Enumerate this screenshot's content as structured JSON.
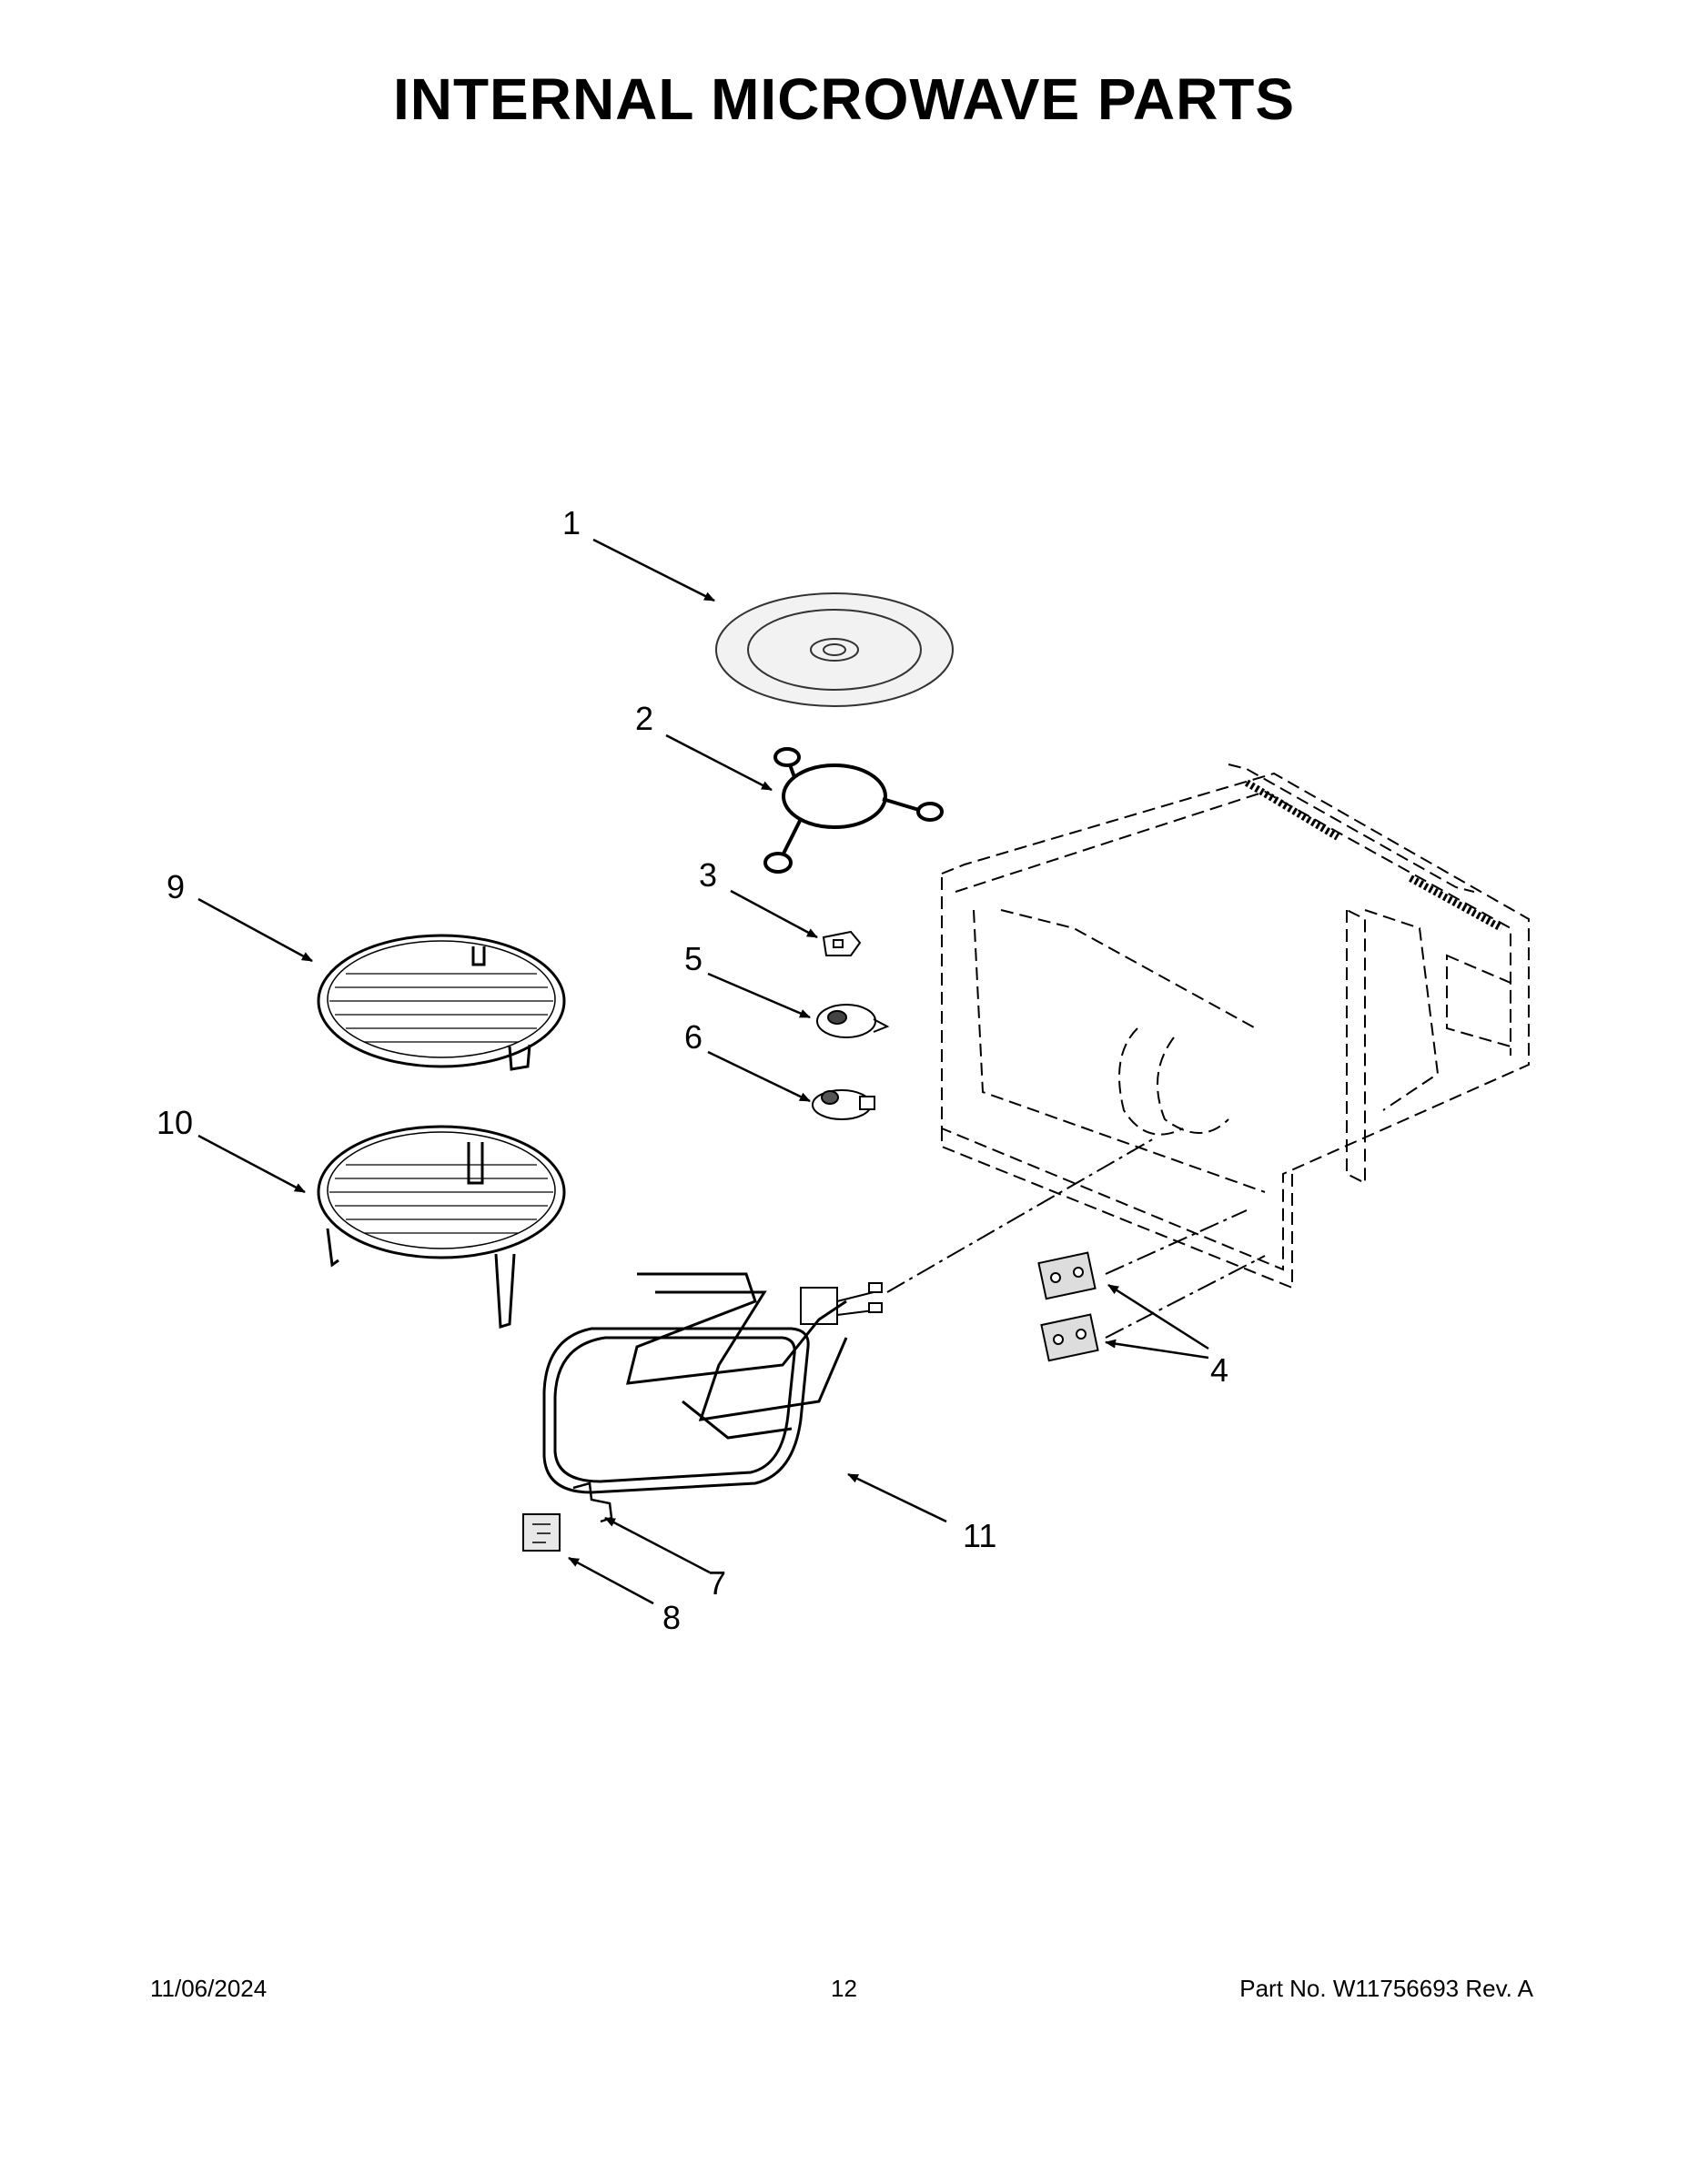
{
  "title": "INTERNAL MICROWAVE PARTS",
  "callouts": {
    "c1": "1",
    "c2": "2",
    "c3": "3",
    "c4": "4",
    "c5": "5",
    "c6": "6",
    "c7": "7",
    "c8": "8",
    "c9": "9",
    "c10": "10",
    "c11": "11"
  },
  "footer": {
    "date": "11/06/2024",
    "page": "12",
    "part": "Part No.  W11756693  Rev.  A"
  }
}
